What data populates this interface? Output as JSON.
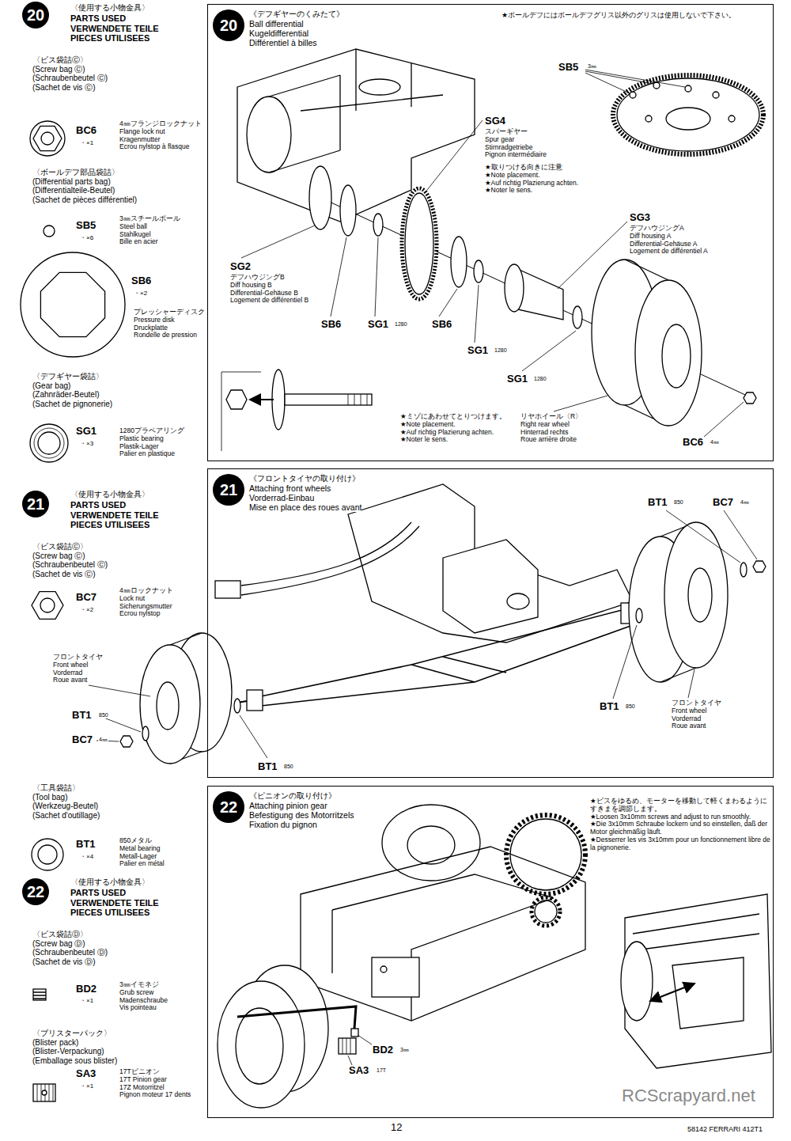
{
  "diagram": {
    "nodes": [
      {
        "text": [
          "20"
        ]
      },
      {
        "text": [
          "《デフギヤーのくみたて》",
          "Ball differential",
          "Kugeldifferential",
          "Différentiel à billes"
        ]
      },
      {
        "text": [
          "20"
        ],
        "in": 1
      },
      {
        "text": [
          "21"
        ]
      },
      {
        "text": [
          "《フロントタイヤの取り付け》",
          "Attaching front wheels",
          "Vorderrad-Einbau",
          "Mise en place des roues avant"
        ]
      },
      {
        "text": [
          "21"
        ],
        "in": 4
      },
      {
        "text": [
          "22"
        ]
      },
      {
        "text": [
          "《ピニオンの取り付け》",
          "Attaching pinion gear",
          "Befestigung des Motorritzels",
          "Fixation du pignon"
        ]
      },
      {
        "text": [
          "22"
        ],
        "in": 7
      }
    ],
    "labels": [
      "〈使用する小物金具〉",
      "PARTS USED",
      "VERWENDETE TEILE",
      "PIECES UTILISEES",
      "〈ビス袋詰Ⓒ〉",
      "(Screw bag Ⓒ)",
      "(Schraubenbeutel Ⓒ)",
      "(Sachet de vis Ⓒ)",
      "BC6",
      "・×1",
      "4㎜フランジロックナット",
      "Flange lock nut",
      "Kragenmutter",
      "Ecrou nylstop à flasque",
      "〈ボールデフ部品袋詰〉",
      "(Differential parts bag)",
      "(Differentialteile-Beutel)",
      "(Sachet de pièces différentiel)",
      "SB5",
      "・×6",
      "3㎜スチールボール",
      "Steel ball",
      "Stahlkugel",
      "Bille en acier",
      "SB6",
      "・×2",
      "プレッシャーディスク",
      "Pressure disk",
      "Druckplatte",
      "Rondelle de pression",
      "〈デフギヤー袋詰〉",
      "(Gear bag)",
      "(Zahnräder-Beutel)",
      "(Sachet de pignonerie)",
      "SG1",
      "・×3",
      "1280プラベアリング",
      "Plastic bearing",
      "Plastik-Lager",
      "Palier en plastique",
      "〈使用する小物金具〉",
      "PARTS USED",
      "VERWENDETE TEILE",
      "PIECES UTILISEES",
      "〈ビス袋詰Ⓒ〉",
      "(Screw bag Ⓒ)",
      "(Schraubenbeutel Ⓒ)",
      "(Sachet de vis Ⓒ)",
      "BC7",
      "・×2",
      "4㎜ロックナット",
      "Lock nut",
      "Sicherungsmutter",
      "Ecrou nylstop",
      "〈工具袋詰〉",
      "(Tool bag)",
      "(Werkzeug-Beutel)",
      "(Sachet d'outillage)",
      "BT1",
      "・×4",
      "850メタル",
      "Metal bearing",
      "Metall-Lager",
      "Palier en métal",
      "〈使用する小物金具〉",
      "PARTS USED",
      "VERWENDETE TEILE",
      "PIECES UTILISEES",
      "〈ビス袋詰Ⓓ〉",
      "(Screw bag Ⓓ)",
      "(Schraubenbeutel Ⓓ)",
      "(Sachet de vis Ⓓ)",
      "BD2",
      "・×1",
      "3㎜イモネジ",
      "Grub screw",
      "Madenschraube",
      "Vis pointeau",
      "〈ブリスターパック〉",
      "(Blister pack)",
      "(Blister-Verpackung)",
      "(Emballage sous blister)",
      "SA3",
      "・×1",
      "17Tピニオン",
      "17T Pinion gear",
      "17Z Motorritzel",
      "Pignon moteur 17 dents",
      "★ボールデフにはボールデフグリス以外のグリスは使用しないで下さい。",
      "SB5",
      "3㎜",
      "SG4",
      "スパーギヤー",
      "Spur gear",
      "Stirnradgetriebe",
      "Pignon intermédiaire",
      "★取りつける向きに注意",
      "★Note placement.",
      "★Auf richtig Plazierung achten.",
      "★Noter le sens.",
      "SG3",
      "デフハウジングA",
      "Diff housing A",
      "Differential-Gehäuse A",
      "Logement de différentiel A",
      "SG2",
      "デフハウジングB",
      "Diff housing B",
      "Differential-Gehäuse B",
      "Logement de différentiel B",
      "SB6",
      "SG1",
      "1280",
      "SB6",
      "SG1",
      "1280",
      "SG1",
      "1280",
      "★ミゾにあわせてとりつけます。",
      "★Note placement.",
      "★Auf richtig Plazierung achten.",
      "★Noter le sens.",
      "リヤホイール〈R〉",
      "Right rear wheel",
      "Hinterrad rechts",
      "Roue arrière droite",
      "BC6",
      "4㎜",
      "BT1",
      "850",
      "BC7",
      "4㎜",
      "フロントタイヤ",
      "Front wheel",
      "Vorderrad",
      "Roue avant",
      "BT1",
      "850",
      "フロントタイヤ",
      "Front wheel",
      "Vorderrad",
      "Roue avant",
      "BT1",
      "850",
      "BC7",
      "4㎜",
      "BT1",
      "850",
      "★ビスをゆるめ、モーターを移動して軽くまわるようにすきまを調節します。",
      "★Loosen 3x10mm screws and adjust to run smoothly.",
      "★Die 3x10mm Schraube lockern und so einstellen, daß der Motor gleichmäßig läuft.",
      "★Desserrer les vis 3x10mm pour un fonctionnement libre de la pignonerie.",
      "BD2",
      "3㎜",
      "SA3",
      "17T",
      "12",
      "58142 FERRARI 412T1",
      "RCScrapyard.net"
    ]
  }
}
